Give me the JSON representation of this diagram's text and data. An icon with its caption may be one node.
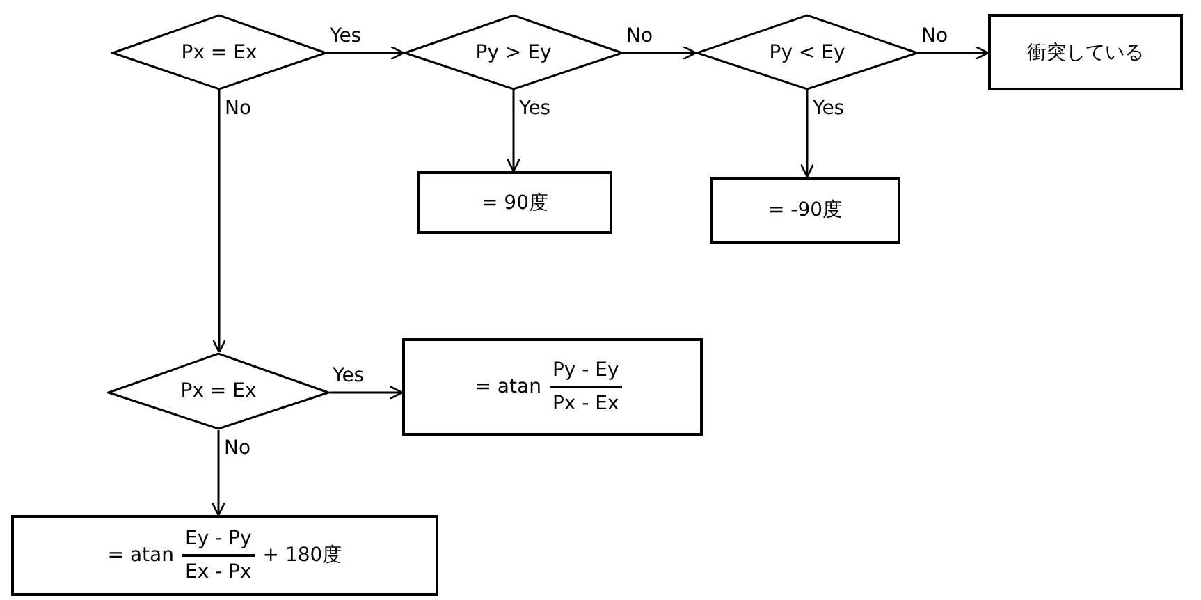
{
  "diagram": {
    "nodes": [
      {
        "text": [
          "Px = Ex"
        ]
      },
      {
        "text": [
          "Py > Ey"
        ]
      },
      {
        "text": [
          "Py < Ey"
        ]
      },
      {
        "text": [
          "衝突している"
        ]
      },
      {
        "text": [
          "= 90度"
        ]
      },
      {
        "text": [
          "= -90度"
        ]
      },
      {
        "text": [
          "Px = Ex"
        ]
      },
      {
        "text": [
          "= atan",
          "Py - Ey",
          "Px - Ex"
        ]
      },
      {
        "text": [
          "= atan",
          "Ey - Py",
          "Ex - Px",
          "+ 180度"
        ]
      }
    ],
    "edges": [
      {
        "from": 0,
        "to": 1,
        "arrow": "to",
        "label": "Yes"
      },
      {
        "from": 1,
        "to": 2,
        "arrow": "to",
        "label": "No"
      },
      {
        "from": 2,
        "to": 3,
        "arrow": "to",
        "label": "No"
      },
      {
        "from": 1,
        "to": 4,
        "arrow": "to",
        "label": "Yes"
      },
      {
        "from": 2,
        "to": 5,
        "arrow": "to",
        "label": "Yes"
      },
      {
        "from": 0,
        "to": 6,
        "arrow": "to",
        "label": "No"
      },
      {
        "from": 6,
        "to": 7,
        "arrow": "to",
        "label": "Yes"
      },
      {
        "from": 6,
        "to": 8,
        "arrow": "to",
        "label": "No"
      }
    ]
  }
}
